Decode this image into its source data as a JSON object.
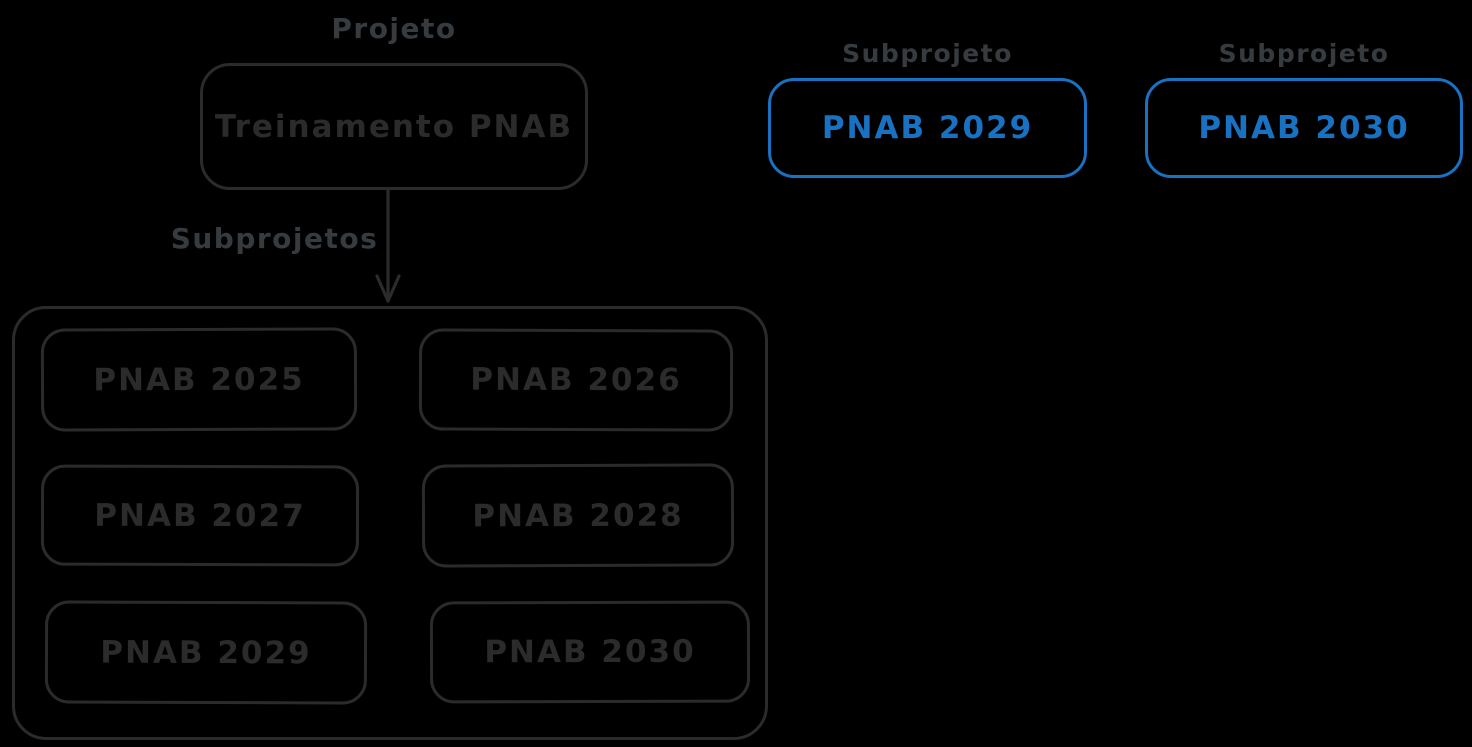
{
  "diagram": {
    "project": {
      "label": "Projeto",
      "title": "Treinamento PNAB"
    },
    "arrow": {
      "label": "Subprojetos"
    },
    "subprojects_container": {
      "items": [
        "PNAB 2025",
        "PNAB 2026",
        "PNAB 2027",
        "PNAB 2028",
        "PNAB 2029",
        "PNAB 2030"
      ]
    },
    "highlighted_subprojects": [
      {
        "label": "Subprojeto",
        "title": "PNAB 2029"
      },
      {
        "label": "Subprojeto",
        "title": "PNAB 2030"
      }
    ],
    "colors": {
      "background": "#000000",
      "stroke_dark": "#2b2b2b",
      "label_gray": "#363b40",
      "accent_blue": "#1971c2"
    }
  }
}
